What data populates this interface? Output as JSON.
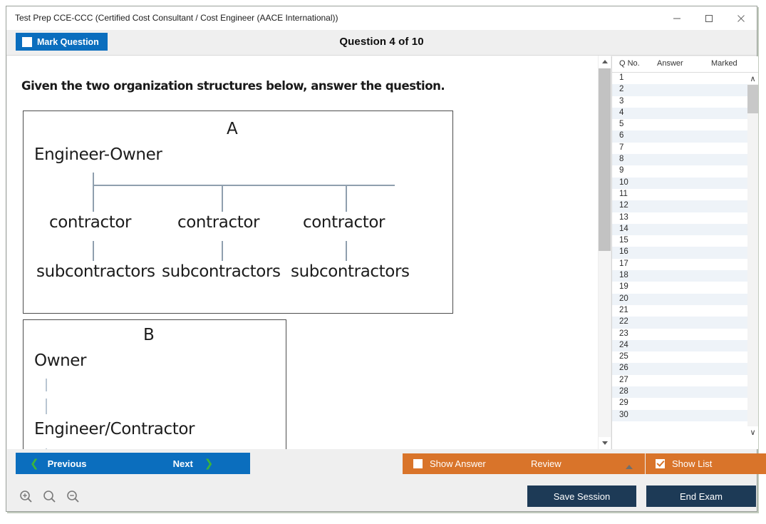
{
  "window": {
    "title": "Test Prep CCE-CCC (Certified Cost Consultant / Cost Engineer (AACE International))",
    "minimize_label": "minimize-icon",
    "maximize_label": "maximize-icon",
    "close_label": "close-icon"
  },
  "header": {
    "mark_question_label": "Mark Question",
    "mark_question_checked": false,
    "question_title": "Question 4 of 10"
  },
  "question": {
    "prompt": "Given the two organization structures below, answer the question.",
    "diagrams": [
      {
        "label": "A",
        "root": "Engineer-Owner",
        "children": [
          "contractor",
          "contractor",
          "contractor"
        ],
        "grandchildren": [
          "subcontractors",
          "subcontractors",
          "subcontractors"
        ]
      },
      {
        "label": "B",
        "root": "Owner",
        "children": [
          "Engineer/Contractor"
        ]
      }
    ]
  },
  "list": {
    "columns": [
      "Q No.",
      "Answer",
      "Marked"
    ],
    "rows": [
      {
        "q": "1",
        "answer": "",
        "marked": ""
      },
      {
        "q": "2",
        "answer": "",
        "marked": ""
      },
      {
        "q": "3",
        "answer": "",
        "marked": ""
      },
      {
        "q": "4",
        "answer": "",
        "marked": ""
      },
      {
        "q": "5",
        "answer": "",
        "marked": ""
      },
      {
        "q": "6",
        "answer": "",
        "marked": ""
      },
      {
        "q": "7",
        "answer": "",
        "marked": ""
      },
      {
        "q": "8",
        "answer": "",
        "marked": ""
      },
      {
        "q": "9",
        "answer": "",
        "marked": ""
      },
      {
        "q": "10",
        "answer": "",
        "marked": ""
      },
      {
        "q": "11",
        "answer": "",
        "marked": ""
      },
      {
        "q": "12",
        "answer": "",
        "marked": ""
      },
      {
        "q": "13",
        "answer": "",
        "marked": ""
      },
      {
        "q": "14",
        "answer": "",
        "marked": ""
      },
      {
        "q": "15",
        "answer": "",
        "marked": ""
      },
      {
        "q": "16",
        "answer": "",
        "marked": ""
      },
      {
        "q": "17",
        "answer": "",
        "marked": ""
      },
      {
        "q": "18",
        "answer": "",
        "marked": ""
      },
      {
        "q": "19",
        "answer": "",
        "marked": ""
      },
      {
        "q": "20",
        "answer": "",
        "marked": ""
      },
      {
        "q": "21",
        "answer": "",
        "marked": ""
      },
      {
        "q": "22",
        "answer": "",
        "marked": ""
      },
      {
        "q": "23",
        "answer": "",
        "marked": ""
      },
      {
        "q": "24",
        "answer": "",
        "marked": ""
      },
      {
        "q": "25",
        "answer": "",
        "marked": ""
      },
      {
        "q": "26",
        "answer": "",
        "marked": ""
      },
      {
        "q": "27",
        "answer": "",
        "marked": ""
      },
      {
        "q": "28",
        "answer": "",
        "marked": ""
      },
      {
        "q": "29",
        "answer": "",
        "marked": ""
      },
      {
        "q": "30",
        "answer": "",
        "marked": ""
      }
    ]
  },
  "toolbar": {
    "previous_label": "Previous",
    "next_label": "Next",
    "show_answer_label": "Show Answer",
    "show_answer_checked": false,
    "review_label": "Review",
    "show_list_label": "Show List",
    "show_list_checked": true,
    "save_session_label": "Save Session",
    "end_exam_label": "End Exam",
    "zoom_in_label": "zoom-in-icon",
    "zoom_reset_label": "zoom-reset-icon",
    "zoom_out_label": "zoom-out-icon"
  },
  "colors": {
    "accent_blue": "#0b6ebe",
    "accent_orange": "#d9742a",
    "accent_navy": "#1d3a56",
    "chevron_green": "#3cb53c"
  }
}
